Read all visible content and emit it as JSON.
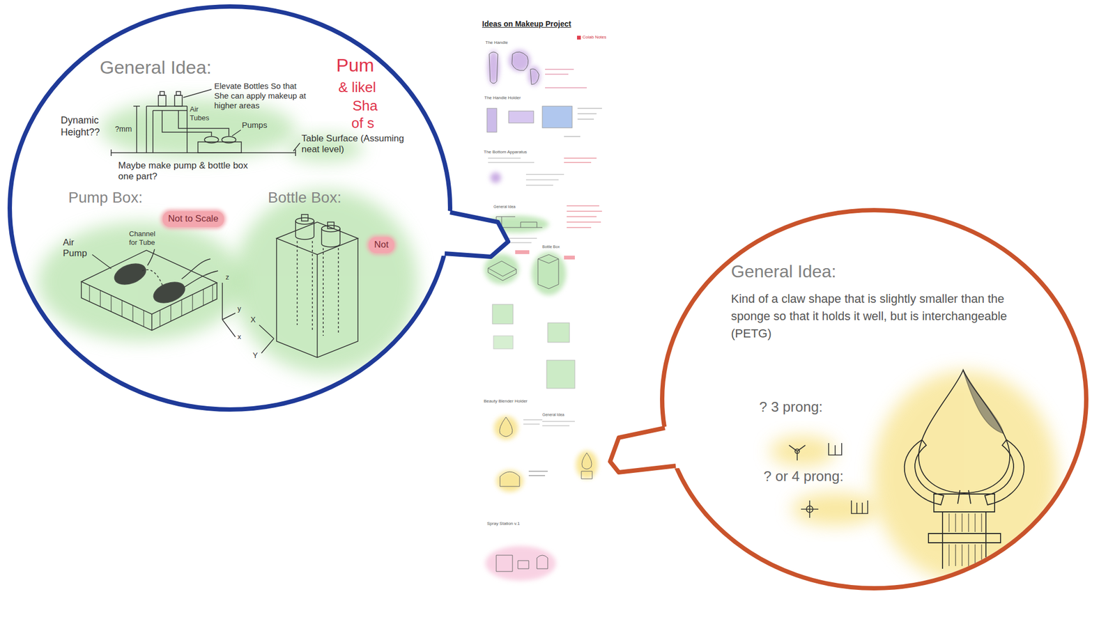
{
  "diagram": {
    "nodes": [
      {
        "text": [
          "General Idea:",
          "Pum",
          "& likel",
          "Sha",
          "of s",
          "Elevate Bottles So that She can apply makeup at higher areas",
          "Dynamic Height??",
          "?mm",
          "Air Tubes",
          "Pumps",
          "Table Surface (Assuming neat level)",
          "Maybe make pump & bottle box one part?",
          "Pump Box:",
          "Bottle Box:",
          "Channel for Tube",
          "Air Pump",
          "z",
          "y",
          "x",
          "X",
          "Y"
        ]
      },
      {
        "text": [
          "Not to Scale"
        ],
        "in": 0
      },
      {
        "text": [
          "Not"
        ],
        "in": 0
      },
      {
        "text": [
          "General Idea:",
          "Kind of a claw shape that is slightly smaller than the sponge so that it holds it well, but is interchangeable (PETG)",
          "? 3 prong:",
          "? or 4 prong:"
        ]
      }
    ],
    "labels": [
      "Ideas on Makeup Project",
      "Colab Notes",
      "The Handle",
      "The Handle Holder",
      "The Bottom Apparatus",
      "General Idea",
      "Bottle Box",
      "Beauty Blender Holder",
      "General Idea",
      "Spray Station v.1"
    ]
  }
}
